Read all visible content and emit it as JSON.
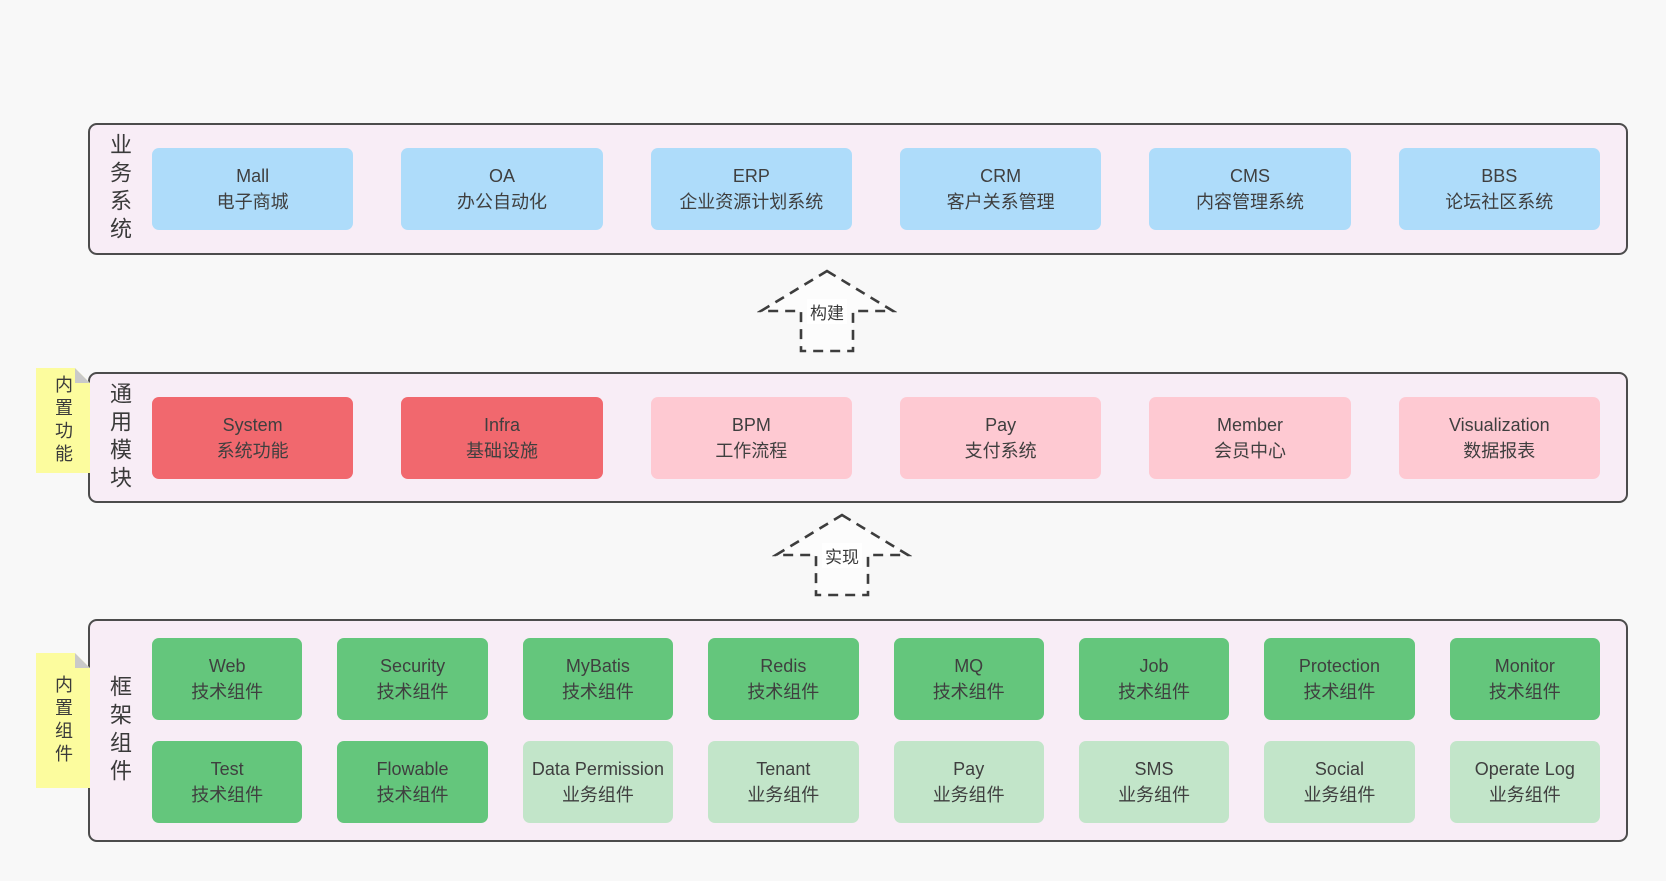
{
  "colors": {
    "page_bg": "#f8f8f8",
    "band_bg": "#f8edf6",
    "band_border": "#4c4c4c",
    "box_blue": "#aedcfa",
    "box_red": "#f1686e",
    "box_pink": "#fec9d2",
    "box_green": "#64c67c",
    "box_green_light": "#c2e5c9",
    "sticky_yellow": "#fcfc9e",
    "sticky_fold_gray": "#c9c9c9",
    "text": "#3f3f3f"
  },
  "business": {
    "label": "业务系统",
    "boxes": [
      {
        "title": "Mall",
        "subtitle": "电子商城"
      },
      {
        "title": "OA",
        "subtitle": "办公自动化"
      },
      {
        "title": "ERP",
        "subtitle": "企业资源计划系统"
      },
      {
        "title": "CRM",
        "subtitle": "客户关系管理"
      },
      {
        "title": "CMS",
        "subtitle": "内容管理系统"
      },
      {
        "title": "BBS",
        "subtitle": "论坛社区系统"
      }
    ]
  },
  "arrows": {
    "build": "构建",
    "implement": "实现"
  },
  "modules": {
    "label": "通用模块",
    "sticky": "内置功能",
    "boxes": [
      {
        "title": "System",
        "subtitle": "系统功能",
        "variant": "red"
      },
      {
        "title": "Infra",
        "subtitle": "基础设施",
        "variant": "red"
      },
      {
        "title": "BPM",
        "subtitle": "工作流程",
        "variant": "pink"
      },
      {
        "title": "Pay",
        "subtitle": "支付系统",
        "variant": "pink"
      },
      {
        "title": "Member",
        "subtitle": "会员中心",
        "variant": "pink"
      },
      {
        "title": "Visualization",
        "subtitle": "数据报表",
        "variant": "pink"
      }
    ]
  },
  "components": {
    "label": "框架组件",
    "sticky": "内置组件",
    "row1": [
      {
        "title": "Web",
        "subtitle": "技术组件",
        "variant": "green"
      },
      {
        "title": "Security",
        "subtitle": "技术组件",
        "variant": "green"
      },
      {
        "title": "MyBatis",
        "subtitle": "技术组件",
        "variant": "green"
      },
      {
        "title": "Redis",
        "subtitle": "技术组件",
        "variant": "green"
      },
      {
        "title": "MQ",
        "subtitle": "技术组件",
        "variant": "green"
      },
      {
        "title": "Job",
        "subtitle": "技术组件",
        "variant": "green"
      },
      {
        "title": "Protection",
        "subtitle": "技术组件",
        "variant": "green"
      },
      {
        "title": "Monitor",
        "subtitle": "技术组件",
        "variant": "green"
      }
    ],
    "row2": [
      {
        "title": "Test",
        "subtitle": "技术组件",
        "variant": "green"
      },
      {
        "title": "Flowable",
        "subtitle": "技术组件",
        "variant": "green"
      },
      {
        "title": "Data Permission",
        "subtitle": "业务组件",
        "variant": "green-light"
      },
      {
        "title": "Tenant",
        "subtitle": "业务组件",
        "variant": "green-light"
      },
      {
        "title": "Pay",
        "subtitle": "业务组件",
        "variant": "green-light"
      },
      {
        "title": "SMS",
        "subtitle": "业务组件",
        "variant": "green-light"
      },
      {
        "title": "Social",
        "subtitle": "业务组件",
        "variant": "green-light"
      },
      {
        "title": "Operate Log",
        "subtitle": "业务组件",
        "variant": "green-light"
      }
    ]
  }
}
